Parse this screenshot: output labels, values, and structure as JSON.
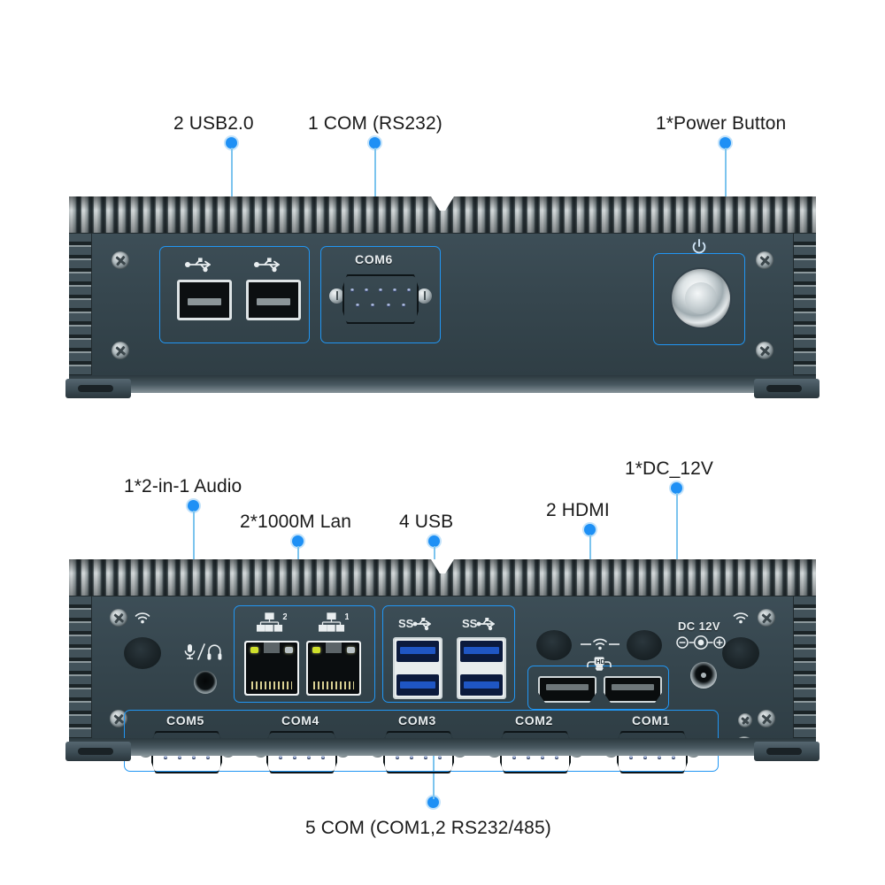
{
  "diagram": {
    "title": "Mini PC front and rear I/O port diagram",
    "accent_color": "#2196f3",
    "dot_color": "#1e90f5",
    "line_color": "#7cc4ee",
    "chassis_color": "#36464e",
    "heatsink_color": "#9aa5a8"
  },
  "front_panel": {
    "name": "front-panel",
    "callouts": [
      {
        "id": "usb2",
        "label": "2 USB2.0"
      },
      {
        "id": "com6",
        "label": "1 COM (RS232)"
      },
      {
        "id": "power",
        "label": "1*Power Button"
      }
    ],
    "ports": {
      "usb_ports": [
        {
          "icon": "usb-icon",
          "type": "USB 2.0"
        },
        {
          "icon": "usb-icon",
          "type": "USB 2.0"
        }
      ],
      "serial_port": {
        "label": "COM6",
        "type": "DB9 RS232"
      },
      "power_button": {
        "icon": "power-icon",
        "label": "Power"
      }
    }
  },
  "rear_panel": {
    "name": "rear-panel",
    "callouts": [
      {
        "id": "audio",
        "label": "1*2-in-1 Audio"
      },
      {
        "id": "lan",
        "label": "2*1000M Lan"
      },
      {
        "id": "usb",
        "label": "4 USB"
      },
      {
        "id": "hdmi",
        "label": "2 HDMI"
      },
      {
        "id": "dc",
        "label": "1*DC_12V"
      },
      {
        "id": "com",
        "label": "5 COM (COM1,2 RS232/485)"
      }
    ],
    "ports": {
      "audio_jack": {
        "icon": "mic-headphone-icon",
        "label": "2-in-1 Audio"
      },
      "lan_ports": [
        {
          "icon": "lan-icon",
          "label": "2"
        },
        {
          "icon": "lan-icon",
          "label": "1"
        }
      ],
      "usb3_stacks": [
        {
          "icon": "superspeed-usb-icon",
          "type": "USB 3.0"
        },
        {
          "icon": "superspeed-usb-icon",
          "type": "USB 3.0"
        }
      ],
      "hdmi_ports": {
        "icon": "hd-icon",
        "count": 2
      },
      "dc_input": {
        "label": "DC 12V",
        "icon": "dc-polarity-icon"
      },
      "antenna_holes": {
        "icon": "wifi-icon",
        "count": 4
      },
      "serial_ports": [
        {
          "label": "COM5"
        },
        {
          "label": "COM4"
        },
        {
          "label": "COM3"
        },
        {
          "label": "COM2"
        },
        {
          "label": "COM1"
        }
      ]
    }
  }
}
